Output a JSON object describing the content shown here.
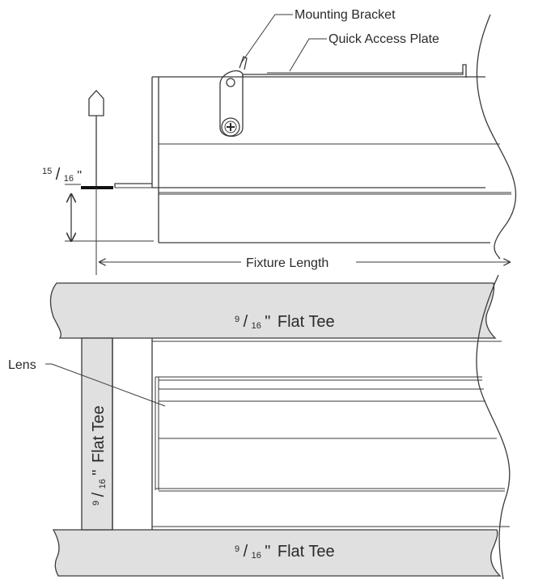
{
  "labels": {
    "mounting_bracket": "Mounting Bracket",
    "quick_access_plate": "Quick Access Plate",
    "fixture_length": "Fixture Length",
    "lens": "Lens",
    "dimension_fraction": {
      "numerator": "15",
      "slash": "/",
      "denominator": "16",
      "unit": "\""
    },
    "tee_fraction": {
      "numerator": "9",
      "slash": "/",
      "denominator": "16",
      "unit": "\""
    },
    "flat_tee": "Flat Tee"
  },
  "colors": {
    "line": "#3a3a3a",
    "tee_fill": "#e0e0e0",
    "text": "#2a2a2a"
  }
}
